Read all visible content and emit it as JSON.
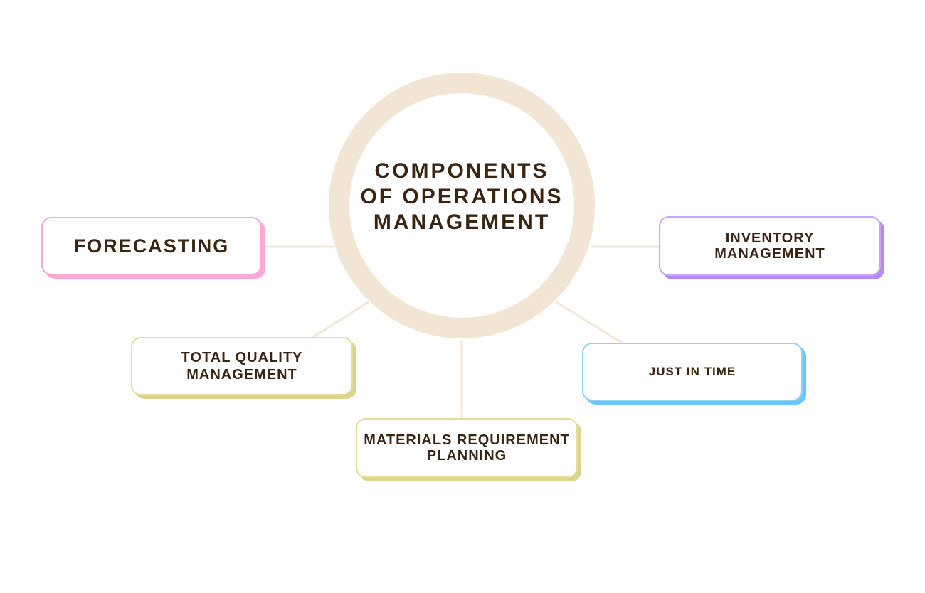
{
  "diagram": {
    "center": {
      "title": "COMPONENTS OF OPERATIONS MANAGEMENT",
      "color": "#f2e5d4"
    },
    "nodes": {
      "forecasting": {
        "label": "FORECASTING",
        "color": "#f9a8d8"
      },
      "inventory": {
        "label": "INVENTORY MANAGEMENT",
        "color": "#b78af2"
      },
      "tqm": {
        "label": "TOTAL QUALITY MANAGEMENT",
        "color": "#ddd38a"
      },
      "mrp": {
        "label": "MATERIALS REQUIREMENT PLANNING",
        "color": "#ddd38a"
      },
      "jit": {
        "label": "JUST IN TIME",
        "color": "#6cc5f7"
      }
    },
    "text_color": "#3a2412",
    "connector_color": "#f2e5d4"
  }
}
